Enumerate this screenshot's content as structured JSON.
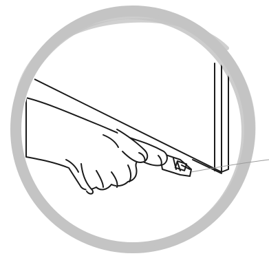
{
  "illustration": {
    "ring_color": "#c4c4c4",
    "line_color": "#1a1a1a",
    "callout_color": "#9a9a9a",
    "fill_color": "#ffffff",
    "icons": [
      "brushed-ring-frame",
      "appliance-panel",
      "hand-icon",
      "connector-plug-icon",
      "callout-leader-line"
    ]
  }
}
